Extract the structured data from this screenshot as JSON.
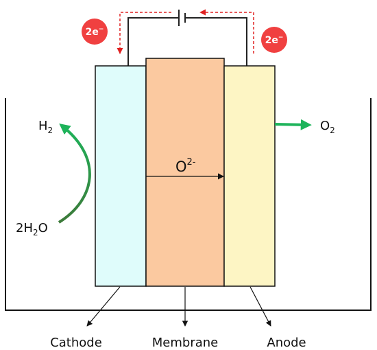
{
  "components": {
    "cathode": {
      "label": "Cathode",
      "color": "#dffcfb"
    },
    "membrane": {
      "label": "Membrane",
      "color": "#fbc9a0"
    },
    "anode": {
      "label": "Anode",
      "color": "#fdf5c4"
    }
  },
  "species": {
    "reactant_cathode": {
      "prefix": "2H",
      "sub": "2",
      "suffix": "O"
    },
    "product_cathode": {
      "prefix": "H",
      "sub": "2"
    },
    "product_anode": {
      "prefix": "O",
      "sub": "2"
    },
    "ion": {
      "base": "O",
      "sup": "2-"
    }
  },
  "electron_badges": {
    "left": {
      "base": "2e",
      "sup": "−"
    },
    "right": {
      "base": "2e",
      "sup": "−"
    },
    "color": "#f04040"
  },
  "colors": {
    "product_arrow": "#1db35a",
    "electron_flow": "#e02020",
    "wire": "#222222"
  },
  "icons": {
    "power_source": "battery-symbol-icon"
  }
}
